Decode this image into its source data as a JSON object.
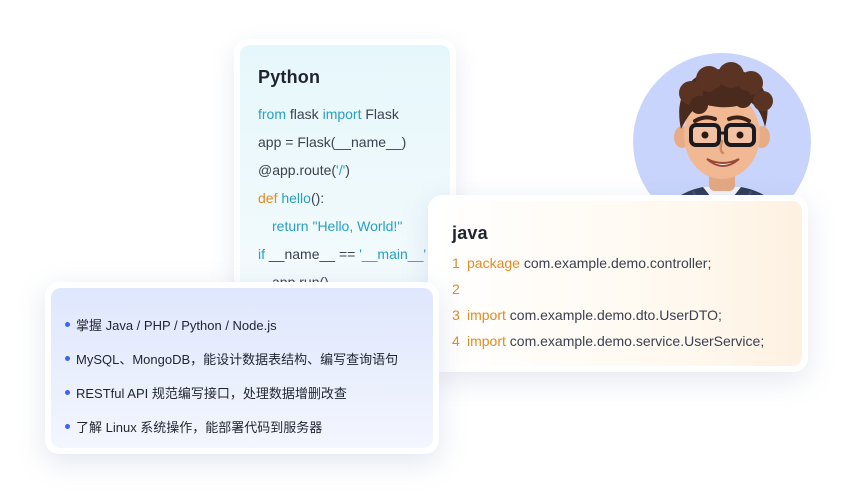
{
  "python": {
    "title": "Python",
    "lines": [
      {
        "kw1": "from",
        "t1": " flask ",
        "kw2": "import",
        "t2": " Flask"
      },
      {
        "t": "app = Flask(__name__)"
      },
      {
        "t1": "@app.route(",
        "s": "'/'",
        "t2": ")"
      },
      {
        "kw": "def",
        "fn": " hello",
        "t": "():"
      },
      {
        "kw": "return",
        "s": " \"Hello, World!\""
      },
      {
        "kw": "if",
        "t": " __name__ == ",
        "s": "'__main__'"
      },
      {
        "t": "app.run()"
      }
    ]
  },
  "java": {
    "title": "java",
    "lines": [
      {
        "no": "1",
        "kw": "package",
        "t": " com.example.demo.controller;"
      },
      {
        "no": "2",
        "kw": "",
        "t": ""
      },
      {
        "no": "3",
        "kw": "import",
        "t": " com.example.demo.dto.UserDTO;"
      },
      {
        "no": "4",
        "kw": "import",
        "t": " com.example.demo.service.UserService;"
      }
    ]
  },
  "skills": [
    "掌握  Java / PHP / Python / Node.js",
    "MySQL、MongoDB，能设计数据表结构、编写查询语句",
    "RESTful API 规范编写接口，处理数据增删改查",
    "了解 Linux 系统操作，能部署代码到服务器"
  ],
  "colors": {
    "keyword_blue": "#27a0c6",
    "keyword_orange": "#e58a1f",
    "bullet": "#3f63f0",
    "avatar_bg": "#c8d4fb"
  },
  "icons": {
    "avatar": "developer-avatar-illustration"
  }
}
